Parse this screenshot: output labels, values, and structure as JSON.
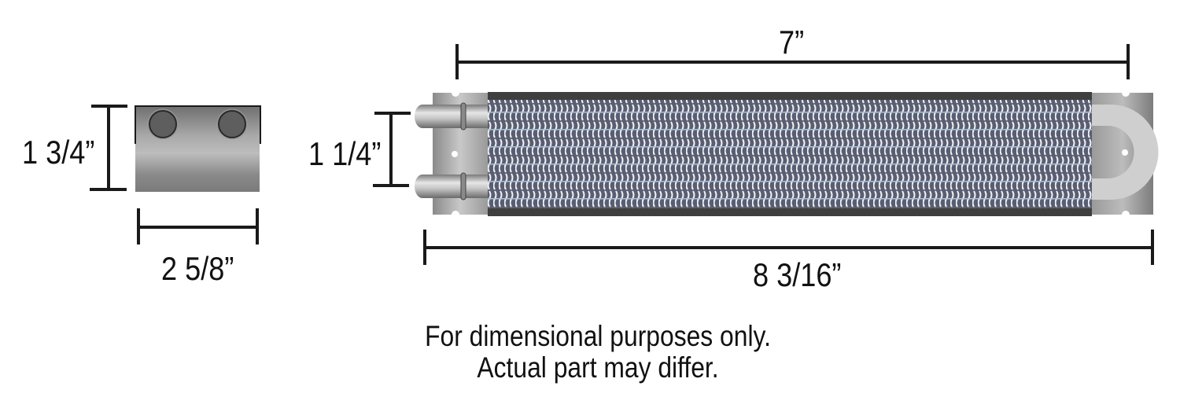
{
  "diagram": {
    "title": "Cooler dimensional drawing",
    "end_view": {
      "height_label": "1 3/4”",
      "width_label": "2 5/8”"
    },
    "side_view": {
      "core_length_label": "7”",
      "port_spacing_label": "1 1/4”",
      "overall_length_label": "8  3/16”"
    },
    "notes": {
      "line1": "For dimensional purposes only.",
      "line2": "Actual part may differ."
    },
    "colors": {
      "dimension_line": "#1a1a1a",
      "body_gray": "#8c8c8c",
      "core_dark": "#3f3f3f",
      "fin_blue": "#9fb8d0",
      "background": "#ffffff"
    }
  }
}
